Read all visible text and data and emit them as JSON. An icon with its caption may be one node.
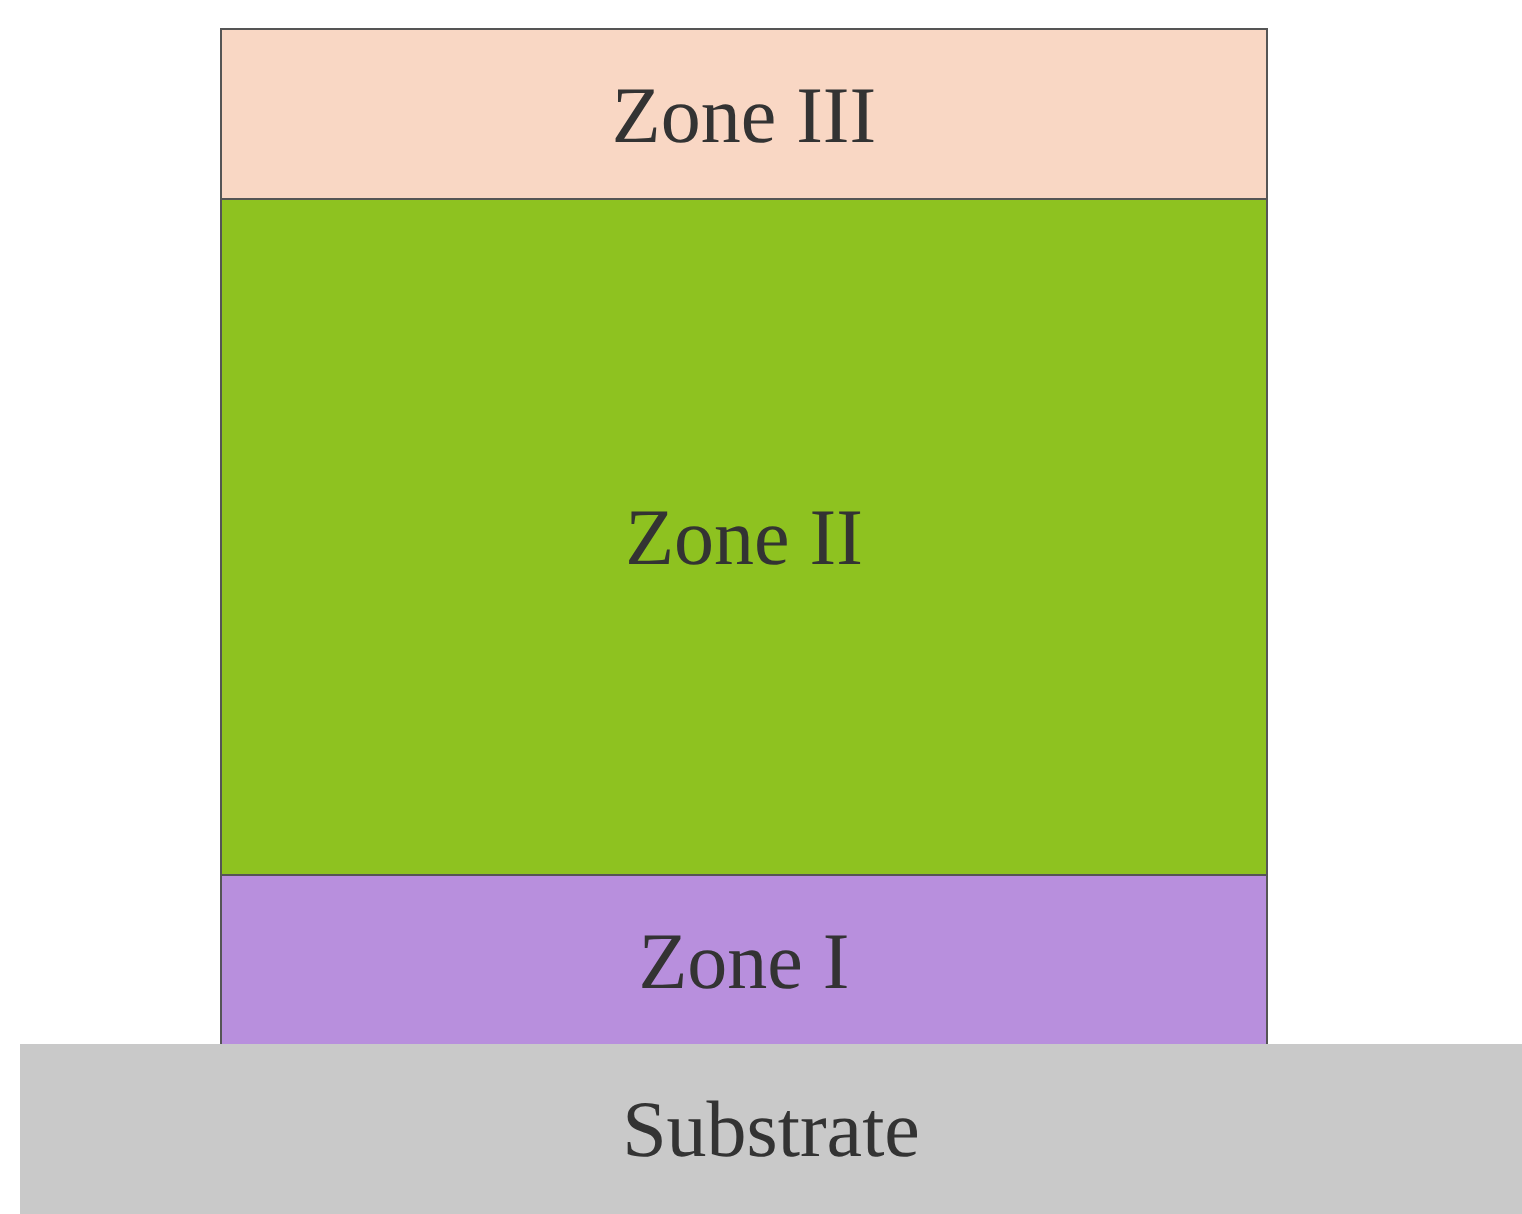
{
  "diagram": {
    "nodes": [
      {
        "text": [
          "Zone III"
        ]
      },
      {
        "text": [
          "Zone II"
        ]
      },
      {
        "text": [
          "Zone I"
        ]
      },
      {
        "text": [
          "Substrate"
        ]
      }
    ]
  }
}
